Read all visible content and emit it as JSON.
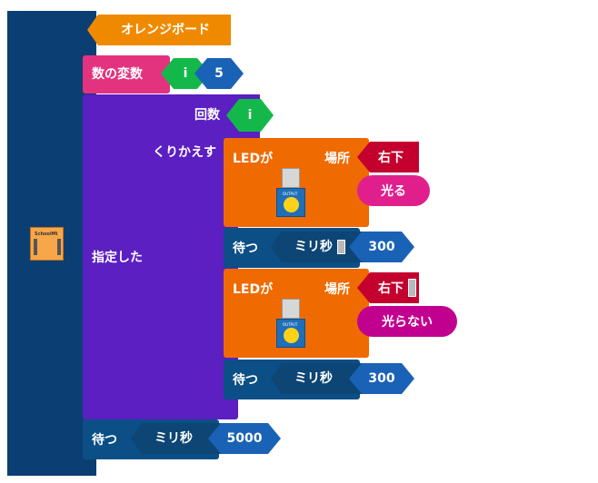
{
  "board": {
    "name": "オレンジボード",
    "icon": "schoolmi-board-icon",
    "icon_label": "SchoolMi"
  },
  "variable_block": {
    "label": "数の変数",
    "var_name": "i",
    "value": "5"
  },
  "repeat_block": {
    "label_specified": "指定した",
    "label_repeat": "くりかえす",
    "label_count": "回数",
    "count_var": "i"
  },
  "led_blocks": [
    {
      "label": "LEDが",
      "place_label": "場所",
      "place": "右下",
      "action": "光る",
      "module_label": "OUTPUT"
    },
    {
      "label": "LEDが",
      "place_label": "場所",
      "place": "右下",
      "action": "光らない",
      "module_label": "OUTPUT"
    }
  ],
  "wait_blocks": [
    {
      "label": "待つ",
      "unit": "ミリ秒",
      "value": "300"
    },
    {
      "label": "待つ",
      "unit": "ミリ秒",
      "value": "300"
    },
    {
      "label": "待つ",
      "unit": "ミリ秒",
      "value": "5000"
    }
  ],
  "colors": {
    "board": "#0b3f73",
    "variable": "#e3337f",
    "green": "#14b84a",
    "blue": "#1a62b6",
    "loop": "#5b1fc2",
    "led": "#ef6a00",
    "place": "#c4002e",
    "action_on": "#e01f8d",
    "action_off": "#c2008f",
    "wait": "#0b4f86",
    "wait_inner": "#0d4575"
  }
}
